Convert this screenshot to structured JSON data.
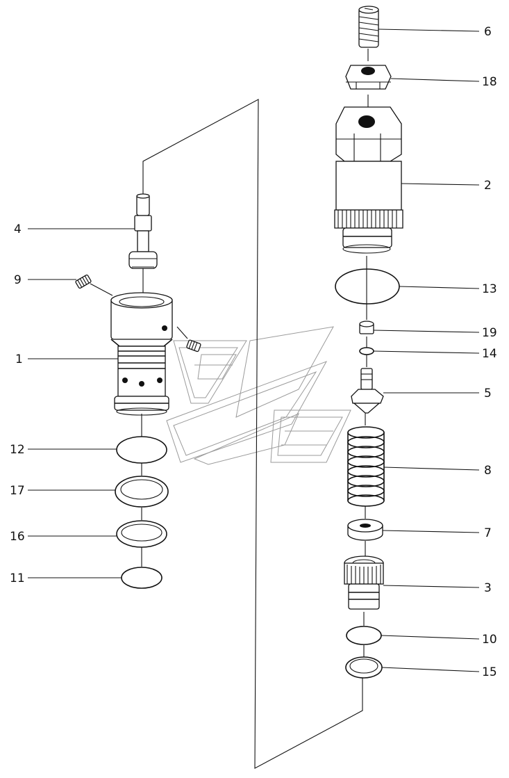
{
  "diagram": {
    "type": "exploded-parts-view",
    "callouts": [
      {
        "id": "c6",
        "label": "6"
      },
      {
        "id": "c18",
        "label": "18"
      },
      {
        "id": "c2",
        "label": "2"
      },
      {
        "id": "c13",
        "label": "13"
      },
      {
        "id": "c19",
        "label": "19"
      },
      {
        "id": "c14",
        "label": "14"
      },
      {
        "id": "c5",
        "label": "5"
      },
      {
        "id": "c8",
        "label": "8"
      },
      {
        "id": "c7",
        "label": "7"
      },
      {
        "id": "c3",
        "label": "3"
      },
      {
        "id": "c10",
        "label": "10"
      },
      {
        "id": "c15",
        "label": "15"
      },
      {
        "id": "c4",
        "label": "4"
      },
      {
        "id": "c9",
        "label": "9"
      },
      {
        "id": "c1",
        "label": "1"
      },
      {
        "id": "c12",
        "label": "12"
      },
      {
        "id": "c17",
        "label": "17"
      },
      {
        "id": "c16",
        "label": "16"
      },
      {
        "id": "c11",
        "label": "11"
      }
    ]
  }
}
